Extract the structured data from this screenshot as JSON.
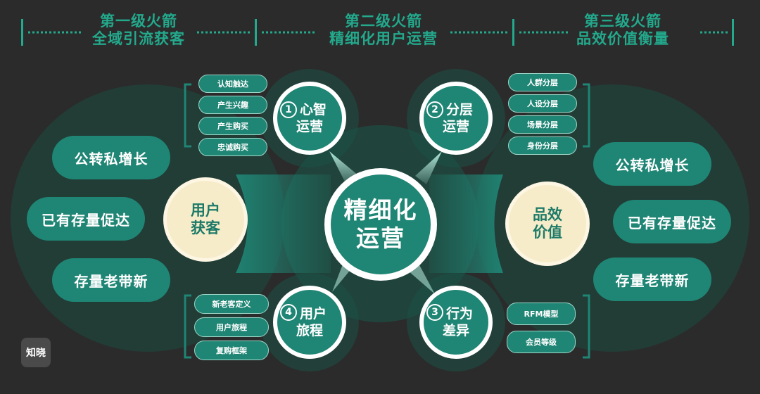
{
  "headers": [
    {
      "line1": "第一级火箭",
      "line2": "全域引流获客"
    },
    {
      "line1": "第二级火箭",
      "line2": "精细化用户运营"
    },
    {
      "line1": "第三级火箭",
      "line2": "品效价值衡量"
    }
  ],
  "left_pills": [
    "公转私增长",
    "已有存量促达",
    "存量老带新"
  ],
  "right_pills": [
    "公转私增长",
    "已有存量促达",
    "存量老带新"
  ],
  "left_node": {
    "line1": "用户",
    "line2": "获客"
  },
  "right_node": {
    "line1": "品效",
    "line2": "价值"
  },
  "center": {
    "line1": "精细化",
    "line2": "运营"
  },
  "ops": [
    {
      "num": "1",
      "line1": "心智",
      "line2": "运营",
      "tags": [
        "认知触达",
        "产生兴趣",
        "产生购买",
        "忠诚购买"
      ]
    },
    {
      "num": "2",
      "line1": "分层",
      "line2": "运营",
      "tags": [
        "人群分层",
        "人设分层",
        "场景分层",
        "身份分层"
      ]
    },
    {
      "num": "3",
      "line1": "行为",
      "line2": "差异",
      "tags": [
        "RFM模型",
        "会员等级"
      ]
    },
    {
      "num": "4",
      "line1": "用户",
      "line2": "旅程",
      "tags": [
        "新老客定义",
        "用户旅程",
        "复购框架"
      ]
    }
  ],
  "logo": "知晓",
  "colors": {
    "accent": "#23a98c",
    "teal": "#1f8574",
    "cream": "#f7ecc9",
    "background": "#2b2b2b"
  }
}
